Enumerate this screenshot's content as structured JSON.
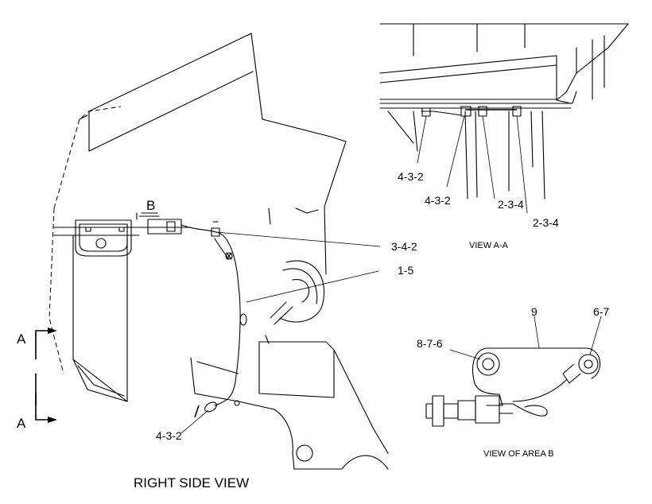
{
  "views": {
    "right_side": {
      "caption": "RIGHT SIDE VIEW"
    },
    "view_aa": {
      "caption": "VIEW  A-A"
    },
    "area_b": {
      "caption": "VIEW OF AREA  B"
    }
  },
  "section_markers": {
    "top": "A",
    "bottom": "A",
    "detail": "B"
  },
  "callouts": {
    "right_side": [
      "3-4-2",
      "1-5",
      "4-3-2"
    ],
    "view_aa": [
      "4-3-2",
      "4-3-2",
      "2-3-4",
      "2-3-4"
    ],
    "area_b": [
      "9",
      "8-7-6",
      "6-7"
    ]
  }
}
